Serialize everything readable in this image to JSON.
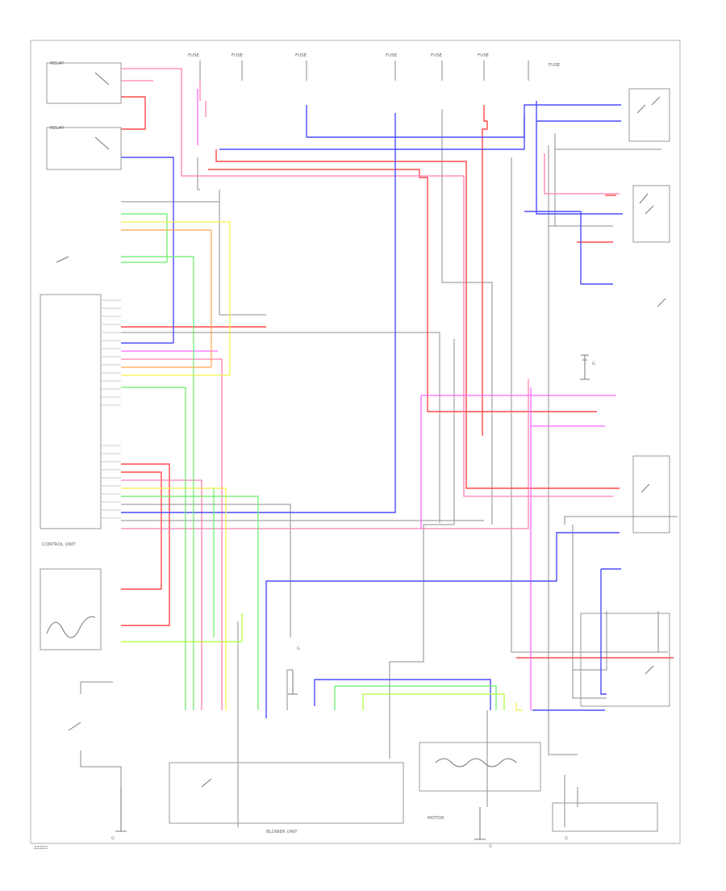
{
  "diagram": {
    "type": "wiring-schematic",
    "colors": {
      "red": "#ff4a4a",
      "pink": "#ff7fb6",
      "magenta": "#ff66ff",
      "blue": "#4d4dff",
      "green": "#66ee66",
      "lime": "#aaff33",
      "yellow": "#f2f24a",
      "orange": "#ffa64d",
      "gray": "#8c8c8c",
      "dark": "#666666"
    },
    "labels": {
      "fuse_1": "FUSE",
      "fuse_2": "FUSE",
      "fuse_3": "FUSE",
      "fuse_4": "FUSE",
      "fuse_5": "FUSE",
      "fuse_6": "FUSE",
      "fuse_7": "FUSE",
      "relay_top_left_1": "RELAY",
      "relay_top_left_2": "RELAY",
      "control_unit": "CONTROL UNIT",
      "motor_unit": "MOTOR",
      "blower_unit": "BLOWER UNIT",
      "ground_1": "G",
      "ground_2": "G",
      "ground_3": "G",
      "ground_4": "G",
      "ground_5": "G",
      "page_ref": "ZZZZZ"
    }
  }
}
